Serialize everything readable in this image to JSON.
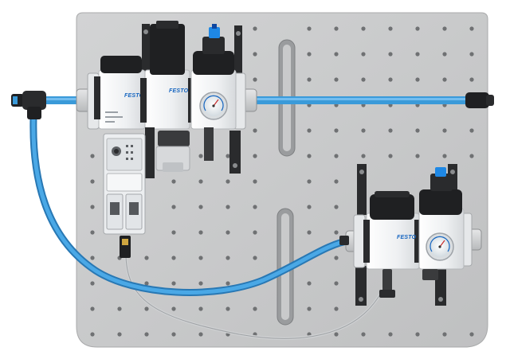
{
  "scene": {
    "description_free": true,
    "colors": {
      "panel": "#c9cacb",
      "panel_edge": "#a9aaab",
      "hole": "#6f7173",
      "tube": "#3a9ad9",
      "tube_dark": "#2878b4",
      "housing": "#f2f3f4",
      "black": "#1f2022",
      "bracket": "#2a2b2d",
      "gauge_face": "#e8eef2",
      "accent_blue": "#1e88e5"
    },
    "icons": [
      "panel-plate",
      "filter-regulator-unit",
      "pressure-gauge",
      "io-link-module",
      "tee-fitting",
      "tube-connector"
    ]
  },
  "labels": {
    "brand_main_1": "FESTO",
    "brand_main_2": "FESTO",
    "brand_small": "FESTO"
  }
}
